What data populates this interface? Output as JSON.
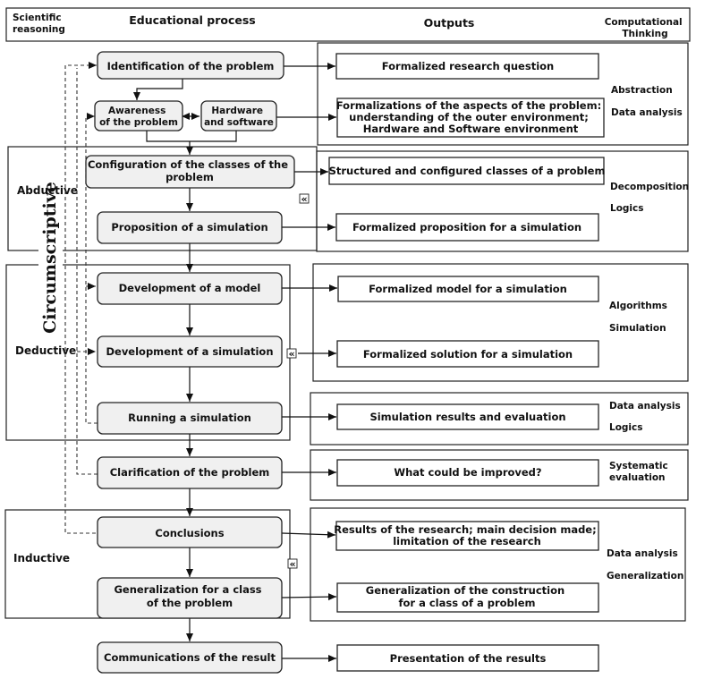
{
  "header": {
    "scientific_reasoning": [
      "Scientific",
      "reasoning"
    ],
    "educational_process": "Educational process",
    "outputs": "Outputs",
    "computational_thinking": [
      "Computational",
      "Thinking"
    ]
  },
  "reasoning": {
    "abductive": "Abductive",
    "deductive": "Deductive",
    "inductive": "Inductive",
    "circumscriptive": "Circumscriptive"
  },
  "process": {
    "identification": [
      "Identification of the problem"
    ],
    "awareness": [
      "Awareness",
      "of the problem"
    ],
    "hardware": [
      "Hardware",
      "and software"
    ],
    "configuration": [
      "Configuration of the classes of the",
      "problem"
    ],
    "proposition": [
      "Proposition of a simulation"
    ],
    "dev_model": [
      "Development of a model"
    ],
    "dev_simulation": [
      "Development of a simulation"
    ],
    "running": [
      "Running a simulation"
    ],
    "clarification": [
      "Clarification of the problem"
    ],
    "conclusions": [
      "Conclusions"
    ],
    "generalization": [
      "Generalization for a class",
      "of the problem"
    ],
    "communications": [
      "Communications of the result"
    ]
  },
  "outputs": {
    "research_question": [
      "Formalized research question"
    ],
    "formalizations": [
      "Formalizations of the aspects of the problem:",
      "understanding of the outer environment;",
      "Hardware and Software environment"
    ],
    "structured_classes": [
      "Structured and configured classes of a problem"
    ],
    "proposition": [
      "Formalized proposition for a simulation"
    ],
    "model": [
      "Formalized model for a simulation"
    ],
    "solution": [
      "Formalized solution for a simulation"
    ],
    "results_eval": [
      "Simulation results and evaluation"
    ],
    "improved": [
      "What could be improved?"
    ],
    "research_results": [
      "Results of the research; main decision made;",
      "limitation of the research"
    ],
    "generalization": [
      "Generalization of  the  construction",
      "for a class of a problem"
    ],
    "presentation": [
      "Presentation of the results"
    ]
  },
  "computational_thinking": {
    "abstraction": "Abstraction",
    "data_analysis_1": "Data analysis",
    "decomposition": "Decomposition",
    "logics_1": "Logics",
    "algorithms": "Algorithms",
    "simulation": "Simulation",
    "data_analysis_2": "Data analysis",
    "logics_2": "Logics",
    "systematic_evaluation": [
      "Systematic",
      "evaluation"
    ],
    "data_analysis_3": "Data analysis",
    "generalization": "Generalization"
  },
  "markers": {
    "feedback": "«"
  }
}
